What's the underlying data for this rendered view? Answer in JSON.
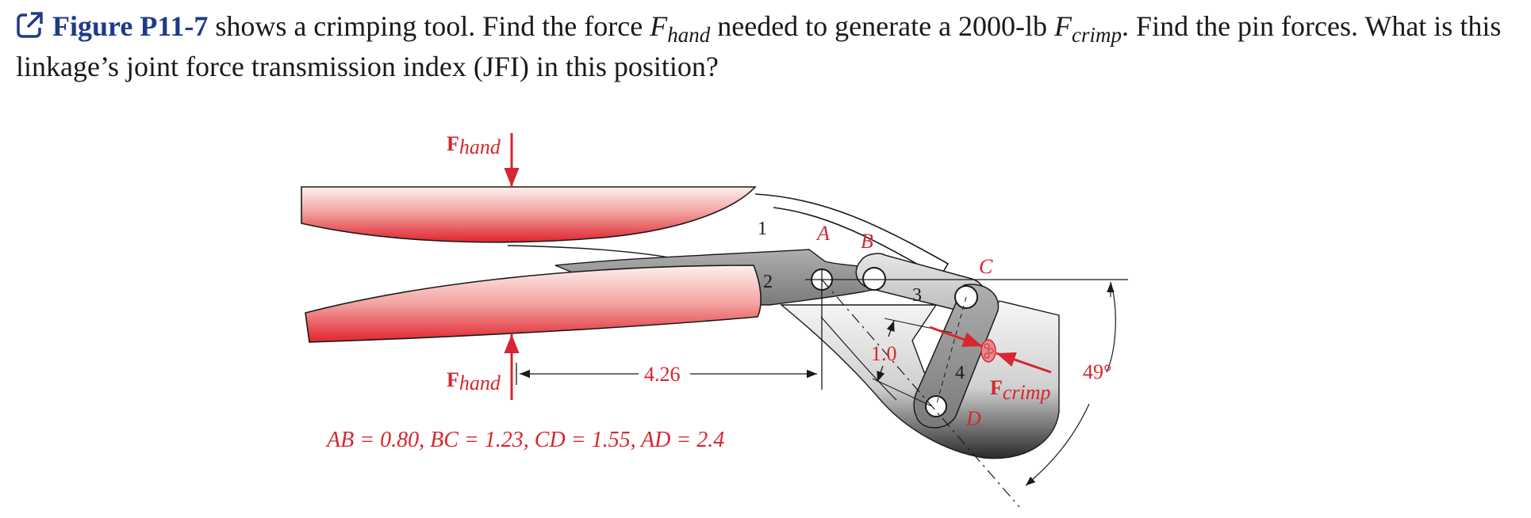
{
  "problem": {
    "figure_ref": "Figure P11-7",
    "part1": " shows a crimping tool. Find the force ",
    "f_symbol": "F",
    "hand_sub": "hand",
    "part2": " needed to generate a 2000-lb ",
    "crimp_sub": "crimp",
    "part3": ". Find the pin forces. What is this linkage’s joint force transmission index (JFI) in this position?"
  },
  "figure": {
    "colors": {
      "handle_red": "#e0242f",
      "link_gray": "#8a8a8a",
      "dim_red": "#d62630",
      "annotation": "#1a1a1a"
    },
    "force_top_label_bold": "F",
    "force_top_label_sub": "hand",
    "force_bottom_label_bold": "F",
    "force_bottom_label_sub": "hand",
    "crimp_label_bold": "F",
    "crimp_label_sub": "crimp",
    "link_labels": [
      "1",
      "2",
      "3",
      "4"
    ],
    "pin_labels": {
      "A": "A",
      "B": "B",
      "C": "C",
      "D": "D"
    },
    "dim_handle": "4.26",
    "dim_offset": "1.0",
    "angle": "49°",
    "lengths": "AB = 0.80, BC = 1.23, CD = 1.55, AD = 2.4"
  }
}
